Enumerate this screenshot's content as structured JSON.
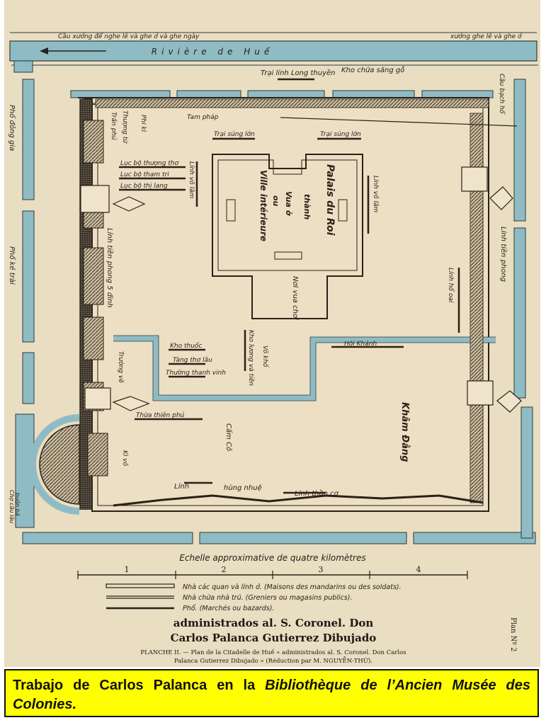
{
  "map": {
    "river": {
      "top_label": "Cầu xưởng để nghe lê và ghe ở và ghe ngày",
      "top_label_right": "xưởng ghe lê và ghe ở",
      "name": "Rivière de Huế"
    },
    "labels": {
      "trai_linh_long_thuyen": "Trại lính Long thuyền",
      "kho_chua_sang_go": "Kho chứa săng gỗ",
      "cau_bach_ho": "Cầu bạch hổ",
      "pho_dong_gia": "Phố đông gia",
      "pho_ke_trai": "Phố kẻ trài",
      "tam_phap": "Tam pháp",
      "phi_ki": "Phi kì",
      "thuong_tu": "Thượng tứ",
      "tran_phu": "Trấn phủ",
      "trai_sung_lon_1": "Trại súng lớn",
      "trai_sung_lon_2": "Trại súng lớn",
      "luc_bo_thuong_the": "Lục bộ thượng thơ",
      "luc_bo_tham_tri": "Lục bộ tham tri",
      "luc_bo_thi_lang": "Lục bộ thị lang",
      "linh_vo_lam_1": "Lính võ lâm",
      "linh_vo_lam_2": "Lính võ lâm",
      "palais_du_roi": "Palais du Roi",
      "thanh": "thành",
      "vua_o": "Vua ở",
      "ou": "ou",
      "ville_interieure": "Ville intérieure",
      "noi_vua_choi": "Nơi vua chơi",
      "linh_tien_phong_5_dinh": "Lính tiền phong 5 đinh",
      "linh_tien_phong": "Lính tiền phong",
      "linh_ho_oai": "Lính hổ oai",
      "kho_thuoc": "Kho thuốc",
      "tang_tho_lau": "Tàng thơ lâu",
      "thuong_thanh_vinh": "Thường thanh vinh",
      "kho_luong_va_tien": "Kho lương và tiền",
      "vo_kho": "Võ khố",
      "hoi_khanh": "Hội Khánh",
      "truong_ve": "Trường vẽ",
      "thua_thien_phu": "Thừa thiên phủ",
      "kham_dang": "Khâm Đằng",
      "cam_co": "Cấm Cô",
      "ki_vo": "Kì võ",
      "linh": "Lính",
      "hung_nhue": "hùng nhuệ",
      "linh_than_co": "Lính thần cơ",
      "cho_cau_lau": "Chợ cầu lâu",
      "buon_ba": "buôn bả"
    },
    "scale": {
      "title": "Echelle approximative de quatre kilomètres",
      "ticks": [
        "1",
        "2",
        "3",
        "4"
      ]
    },
    "legend": [
      "Nhà các quan và lính ở. (Maisons des mandarins ou des soldats).",
      "Nhà chứa nhà trú. (Greniers ou magasins publics).",
      "Phố. (Marchés ou bazards)."
    ],
    "inscription": {
      "line1": "administrados al. S. Coronel. Don",
      "line2": "Carlos Palanca Gutierrez Dibujado"
    },
    "plate_caption": {
      "line1": "PLANCHE II. — Plan de la Citadelle de Huế « administrados al. S. Coronel. Don Carlos",
      "line2": "Palanca Gutierrez Dibujado » (Réduction par M. NGUYỄN-THỨ)."
    },
    "plan_no": "Plan Nº 2"
  },
  "caption": {
    "prefix": "Trabajo de Carlos Palanca en la ",
    "italic": "Bibliothèque de l’Ancien Musée des Colonies."
  },
  "colors": {
    "paper": "#e9ddc2",
    "water": "#8fbcc4",
    "ink": "#2a2118",
    "caption_bg": "#ffff00"
  }
}
